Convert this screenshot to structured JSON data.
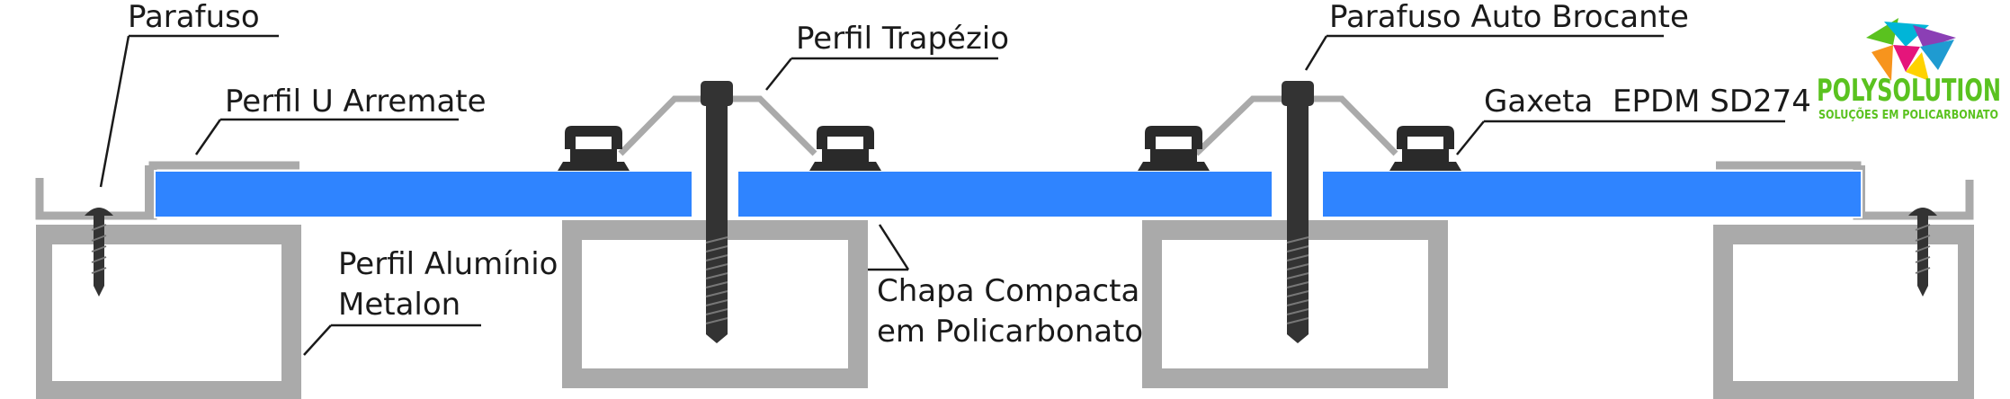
{
  "labels": {
    "parafuso": "Parafuso",
    "perfil_u": "Perfil U Arremate",
    "perfil_trapezio": "Perfil Trapézio",
    "parafuso_auto": "Parafuso Auto Brocante",
    "gaxeta": "Gaxeta  EPDM SD274",
    "perfil_aluminio_1": "Perfil Alumínio",
    "perfil_aluminio_2": "Metalon",
    "chapa_1": "Chapa Compacta",
    "chapa_2": "em Policarbonato"
  },
  "logo": {
    "name": "POLYSOLUTION",
    "tagline": "SOLUÇÕES EM POLICARBONATO",
    "brand_color": "#5ac21f"
  },
  "colors": {
    "sheet": "#2f84ff",
    "aluminium": "#aaaaaa",
    "gasket": "#2a2a2a"
  }
}
